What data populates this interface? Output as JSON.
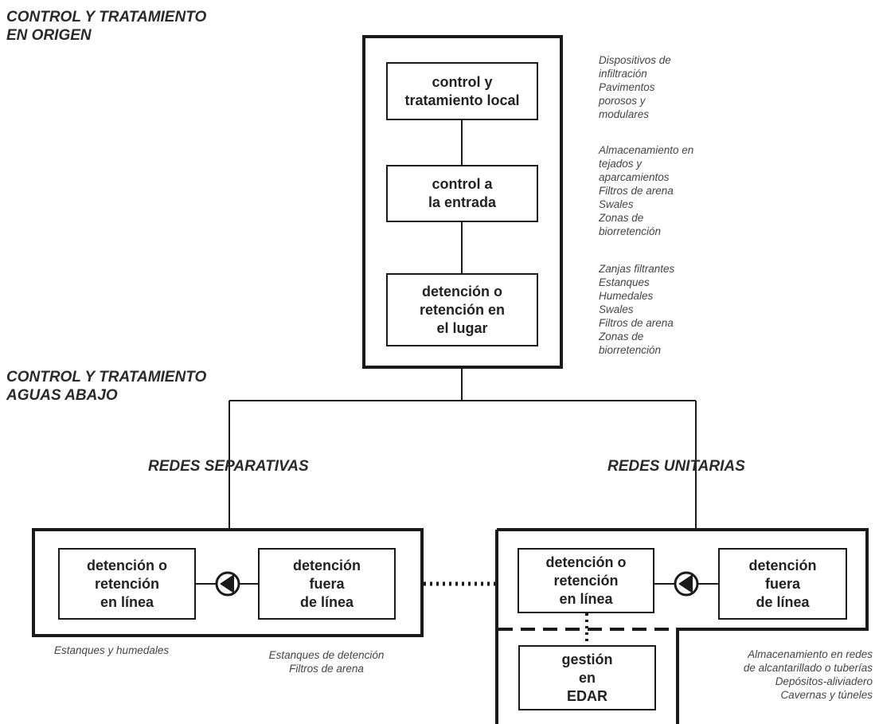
{
  "headings": {
    "origin": "CONTROL Y TRATAMIENTO\nEN ORIGEN",
    "downstream": "CONTROL Y TRATAMIENTO\nAGUAS ABAJO"
  },
  "origin_boxes": {
    "local": "control y\ntratamiento local",
    "entrance": "control a\nla entrada",
    "onsite": "detención  o\nretención en\nel lugar"
  },
  "origin_notes": {
    "local": "Dispositivos de\ninfiltración\nPavimentos\nporosos y\nmodulares",
    "entrance": "Almacenamiento en\ntejados y\naparcamientos\nFiltros de arena\nSwales\nZonas de\nbiorretención",
    "onsite": "Zanjas filtrantes\nEstanques\nHumedales\nSwales\nFiltros de arena\nZonas de\nbiorretención"
  },
  "networks": {
    "separate": "REDES SEPARATIVAS",
    "combined": "REDES UNITARIAS"
  },
  "separate_boxes": {
    "inline": "detención o\nretención\nen línea",
    "offline": "detención\nfuera\nde línea"
  },
  "combined_boxes": {
    "inline": "detención o\nretención\nen línea",
    "offline": "detención\nfuera\nde línea",
    "edar": "gestión\nen\nEDAR"
  },
  "bottom_notes": {
    "ponds": "Estanques y humedales",
    "detention": "Estanques de detención\nFiltros de arena",
    "storage": "Almacenamiento en redes\nde alcantarillado o tuberías\nDepósitos-aliviadero\nCavernas y túneles"
  },
  "colors": {
    "line": "#1a1a1a",
    "text": "#222222",
    "note": "#444444"
  }
}
